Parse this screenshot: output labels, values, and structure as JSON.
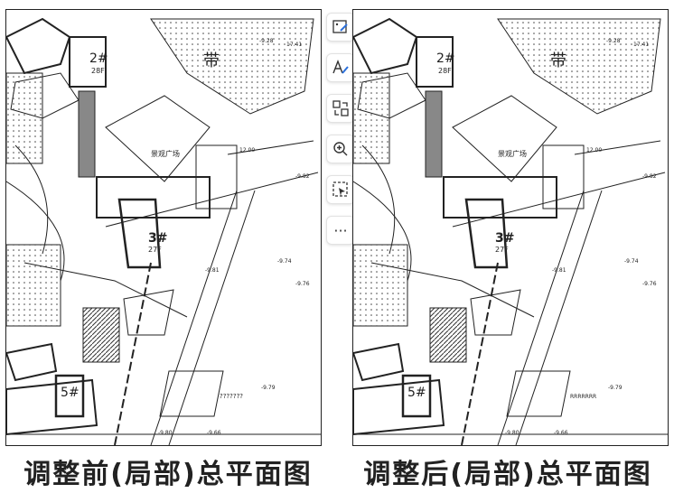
{
  "captions": {
    "before": "调整前(局部)总平面图",
    "after": "调整后(局部)总平面图"
  },
  "plan_labels": {
    "belt": "带",
    "building_2": "2#",
    "building_2_floors": "28F",
    "building_3": "3#",
    "building_3_floors": "27F",
    "building_5": "5#",
    "plaza": "景观广场",
    "unknown_before": "???????",
    "unknown_after": "RRRRRRR",
    "levels": [
      "-9.28",
      "17.41",
      "-9.82",
      "-9.74",
      "-9.76",
      "-9.79",
      "-9.80",
      "-9.66",
      "-9.81",
      "12.00"
    ]
  },
  "toolbar": {
    "items": [
      {
        "name": "annotate-image-icon"
      },
      {
        "name": "text-edit-icon"
      },
      {
        "name": "swap-layout-icon"
      },
      {
        "name": "zoom-in-icon"
      },
      {
        "name": "select-region-icon"
      },
      {
        "name": "more-icon",
        "glyph": "···"
      }
    ]
  }
}
